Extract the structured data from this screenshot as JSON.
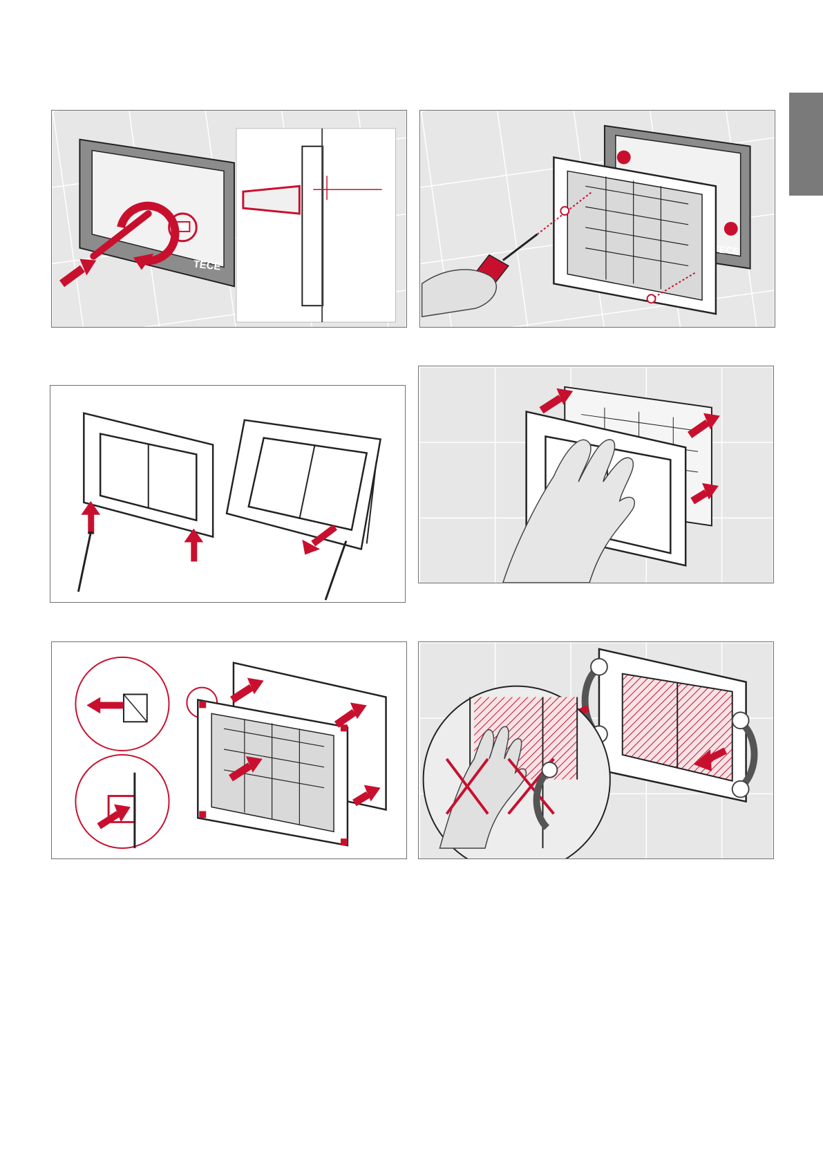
{
  "page": {
    "side_tab_color": "#7a7a7a"
  },
  "colors": {
    "accent": "#c8102e",
    "tile": "#e7e7e7",
    "grout": "#ffffff",
    "line": "#1a1a1a"
  },
  "steps": [
    {
      "id": 1,
      "brand_label": "TECE",
      "icons": [
        "frame-icon",
        "anchor-icon",
        "rotate-arrow-icon",
        "push-arrow-icon"
      ]
    },
    {
      "id": 2,
      "brand_label": "TECE",
      "icons": [
        "screwdriver-icon",
        "screw-icon",
        "hand-icon"
      ]
    },
    {
      "id": 3,
      "icons": [
        "flush-plate-icon",
        "screwdriver-icon",
        "up-arrow-icon"
      ]
    },
    {
      "id": 4,
      "icons": [
        "flush-plate-icon",
        "hand-icon",
        "push-arrow-icon"
      ]
    },
    {
      "id": 5,
      "icons": [
        "detail-magnifier-icon",
        "corner-clip-icon",
        "push-arrow-icon"
      ]
    },
    {
      "id": 6,
      "icons": [
        "suction-cup-icon",
        "cross-icon",
        "hand-icon"
      ]
    }
  ]
}
